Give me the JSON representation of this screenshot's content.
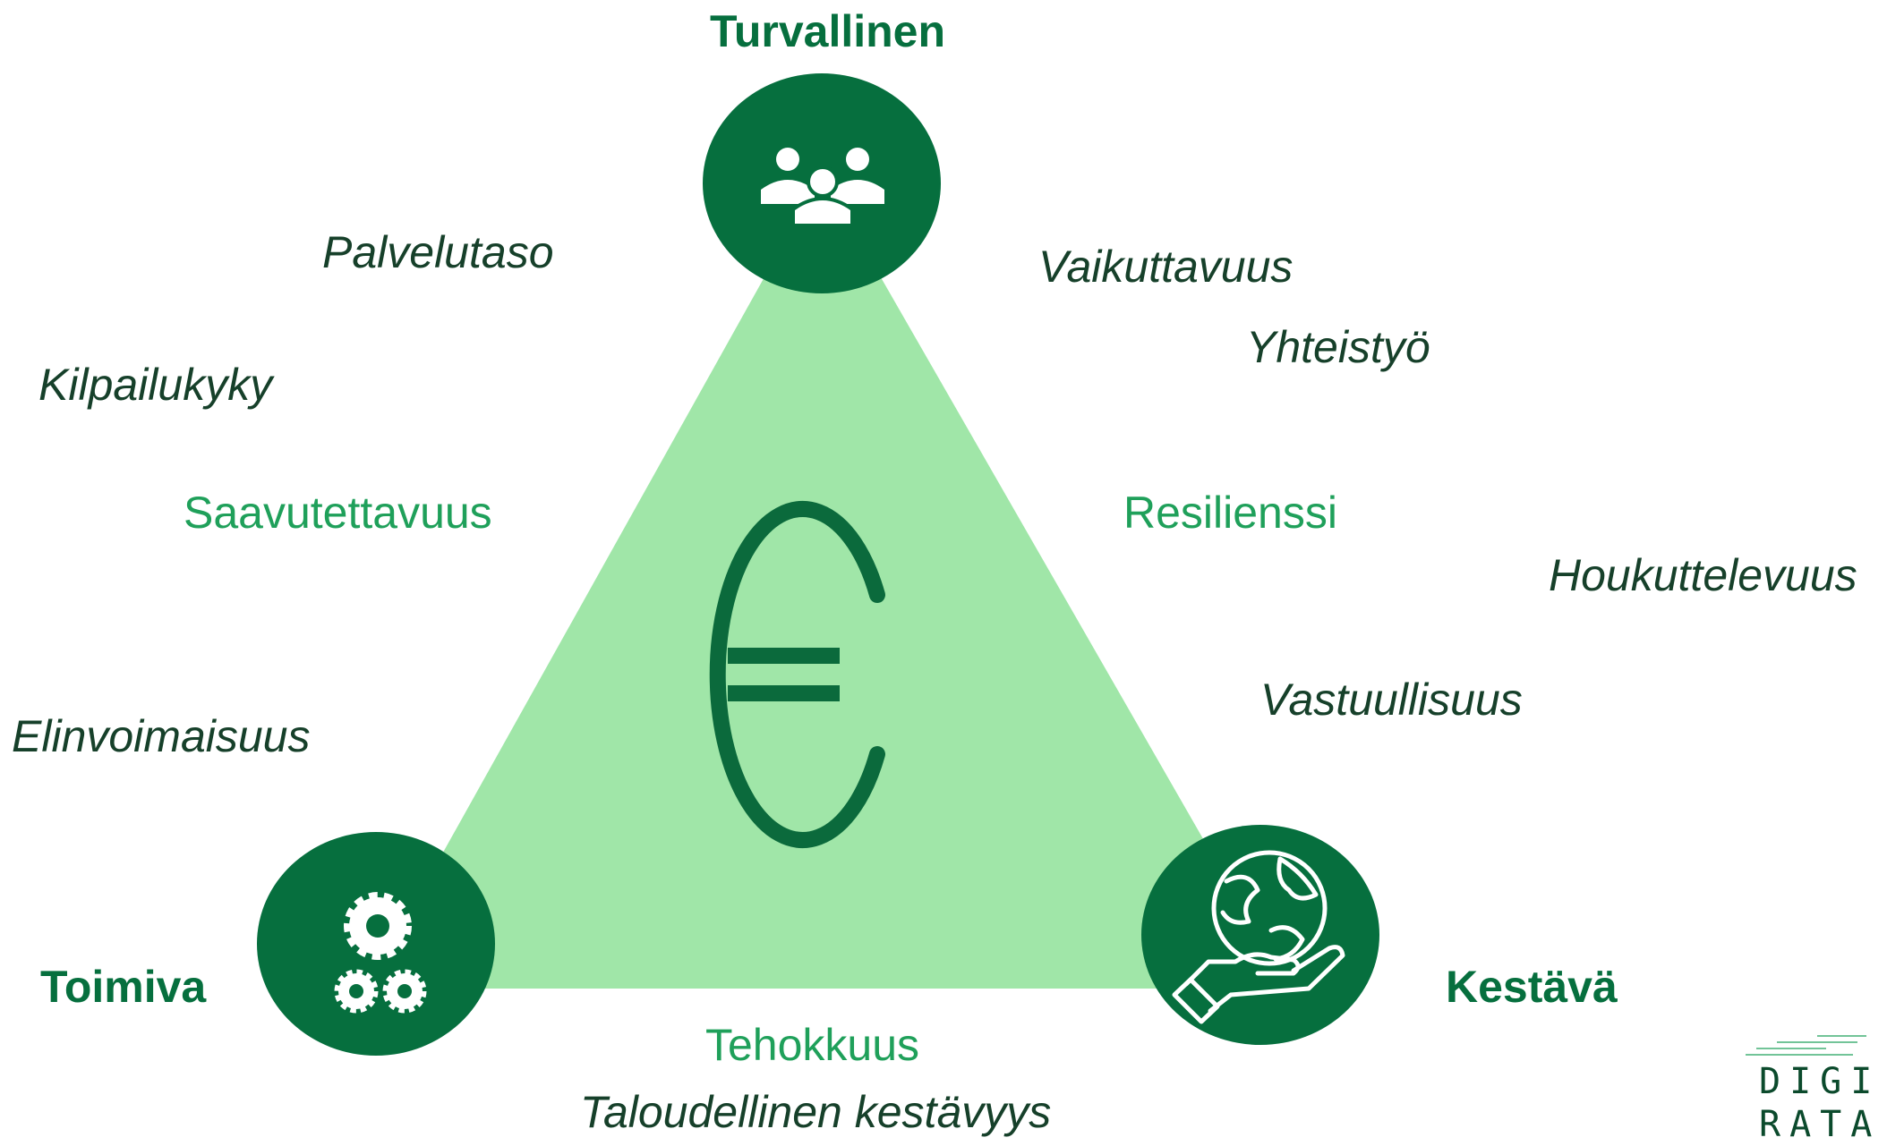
{
  "corners": {
    "top": "Turvallinen",
    "left": "Toimiva",
    "right": "Kestävä"
  },
  "center_symbol": "€",
  "terms_italic": {
    "palvelutaso": "Palvelutaso",
    "kilpailukyky": "Kilpailukyky",
    "elinvoimaisuus": "Elinvoimaisuus",
    "vaikuttavuus": "Vaikuttavuus",
    "yhteistyo": "Yhteistyö",
    "houkuttelevuus": "Houkuttelevuus",
    "vastuullisuus": "Vastuullisuus",
    "taloudellinen": "Taloudellinen kestävyys"
  },
  "terms_green": {
    "saavutettavuus": "Saavutettavuus",
    "resilienssi": "Resilienssi",
    "tehokkuus": "Tehokkuus"
  },
  "icons": {
    "top": "people-group-icon",
    "left": "gears-icon",
    "right": "globe-in-hand-icon"
  },
  "logo": {
    "line1": "DIGI",
    "line2": "RATA"
  },
  "colors": {
    "dark_green": "#066f3e",
    "triangle_fill": "#a0e6a8",
    "accent_green": "#1fa05a",
    "text_dark": "#16402a"
  }
}
